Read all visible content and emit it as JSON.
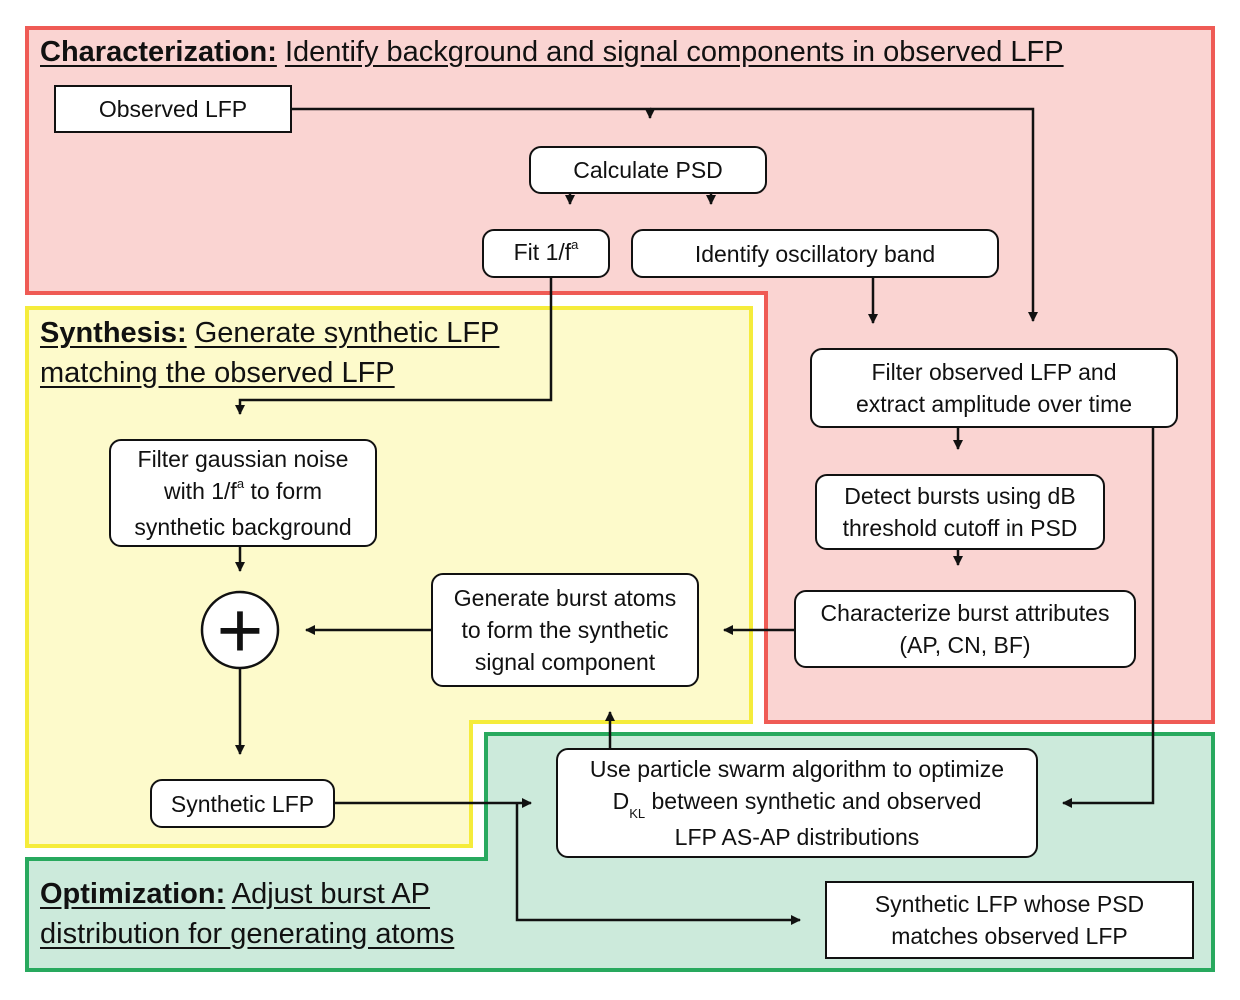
{
  "colors": {
    "characterization_fill": "#fad4d2",
    "characterization_border": "#ef5b55",
    "synthesis_fill": "#fdfacb",
    "synthesis_border": "#f5ec3b",
    "optimization_fill": "#cceadb",
    "optimization_border": "#28a95e",
    "line": "#111111"
  },
  "sections": {
    "characterization": {
      "label": "Characterization:",
      "description": "Identify background and signal components in observed LFP"
    },
    "synthesis": {
      "label": "Synthesis:",
      "description_line1": "Generate synthetic LFP",
      "description_line2": "matching the observed LFP"
    },
    "optimization": {
      "label": "Optimization:",
      "description_line1": "Adjust burst AP",
      "description_line2": "distribution for generating atoms"
    }
  },
  "nodes": {
    "observed_lfp": "Observed LFP",
    "calculate_psd": "Calculate PSD",
    "fit_prefix": "Fit 1/f",
    "fit_exp": "a",
    "identify_band": "Identify oscillatory band",
    "filter_observed": "Filter observed LFP and\nextract amplitude over time",
    "detect_bursts": "Detect bursts using dB\nthreshold cutoff in PSD",
    "characterize_bursts": "Characterize burst attributes\n(AP, CN, BF)",
    "filter_noise_line1": "Filter gaussian noise",
    "filter_noise_pre": "with 1/f",
    "filter_noise_exp": "a",
    "filter_noise_post": " to form",
    "filter_noise_line3": "synthetic background",
    "generate_atoms": "Generate burst atoms\nto form the synthetic\nsignal component",
    "sum_symbol": "+",
    "synthetic_lfp": "Synthetic LFP",
    "pso_line1": "Use particle swarm algorithm to optimize",
    "pso_d": "D",
    "pso_sub": "KL",
    "pso_line2_rest": " between synthetic and observed",
    "pso_line3": "LFP AS-AP distributions",
    "final_output": "Synthetic LFP whose PSD\nmatches observed LFP"
  }
}
